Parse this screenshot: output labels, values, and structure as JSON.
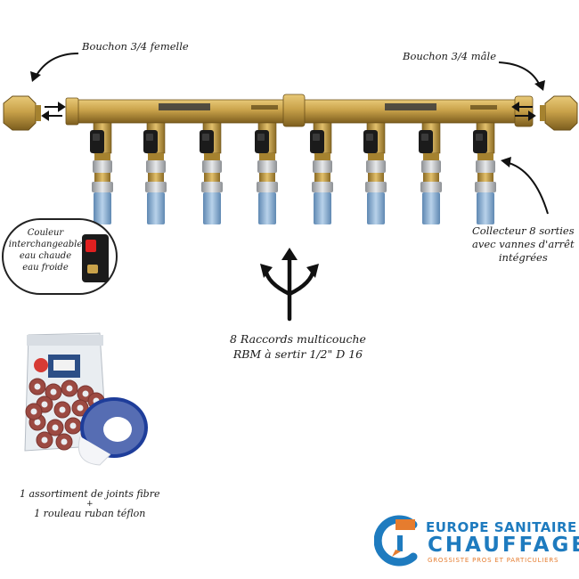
{
  "labels": {
    "female_plug": "Bouchon 3/4 femelle",
    "male_plug": "Bouchon 3/4 mâle",
    "collector_line1": "Collecteur 8 sorties",
    "collector_line2": "avec vannes d'arrêt",
    "collector_line3": "intégrées",
    "raccords_line1": "8 Raccords multicouche",
    "raccords_line2": "RBM à sertir 1/2\" D 16",
    "color_line1": "Couleur",
    "color_line2": "interchangeable",
    "color_line3": "eau chaude",
    "color_line4": "eau froide",
    "joints_line1": "1 assortiment de joints fibre",
    "joints_plus": "+",
    "joints_line2": "1 rouleau ruban téflon"
  },
  "logo": {
    "line1": "EUROPE SANITAIRE",
    "line2": "CHAUFFAGE",
    "line3": "GROSSISTE PROS ET PARTICULIERS"
  },
  "colors": {
    "brass": "#c9a24a",
    "brass_dark": "#8a6a24",
    "handle_black": "#1b1b1b",
    "hot_red": "#e02020",
    "chrome": "#b9bcc0",
    "pex_blue": "#8fb4d6",
    "logo_blue": "#1e7bbf",
    "logo_orange": "#e67c2e",
    "fiber_red": "#9c4a42"
  }
}
